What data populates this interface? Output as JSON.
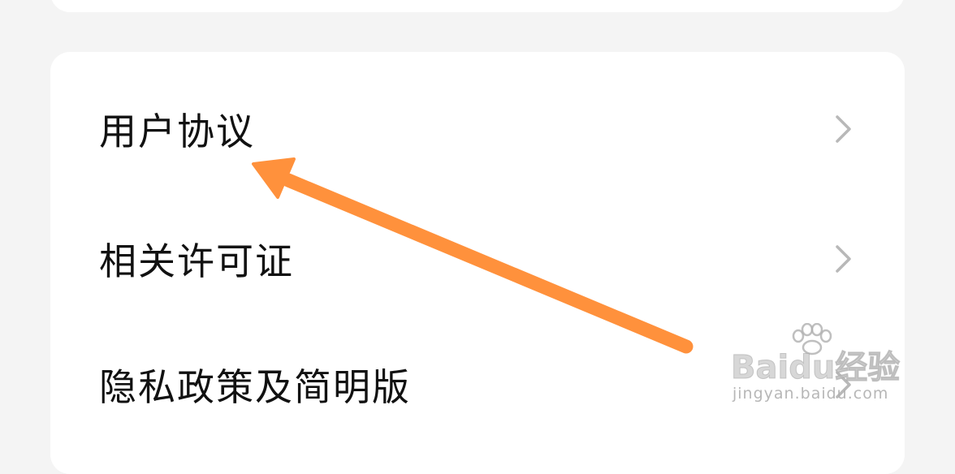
{
  "settings_list": {
    "items": [
      {
        "label": "用户协议",
        "chevron_icon": "chevron-right-icon"
      },
      {
        "label": "相关许可证",
        "chevron_icon": "chevron-right-icon"
      },
      {
        "label": "隐私政策及简明版",
        "chevron_icon": "chevron-right-icon"
      }
    ]
  },
  "annotation": {
    "arrow_icon": "arrow-pointer-icon",
    "arrow_color": "#FF913C"
  },
  "watermark": {
    "main_text": "Baidu经验",
    "sub_text": "jingyan.baidu.com",
    "icon": "paw-icon"
  },
  "colors": {
    "background": "#F4F4F4",
    "card": "#FFFFFF",
    "text": "#111111",
    "chevron": "#B8B8B8"
  }
}
